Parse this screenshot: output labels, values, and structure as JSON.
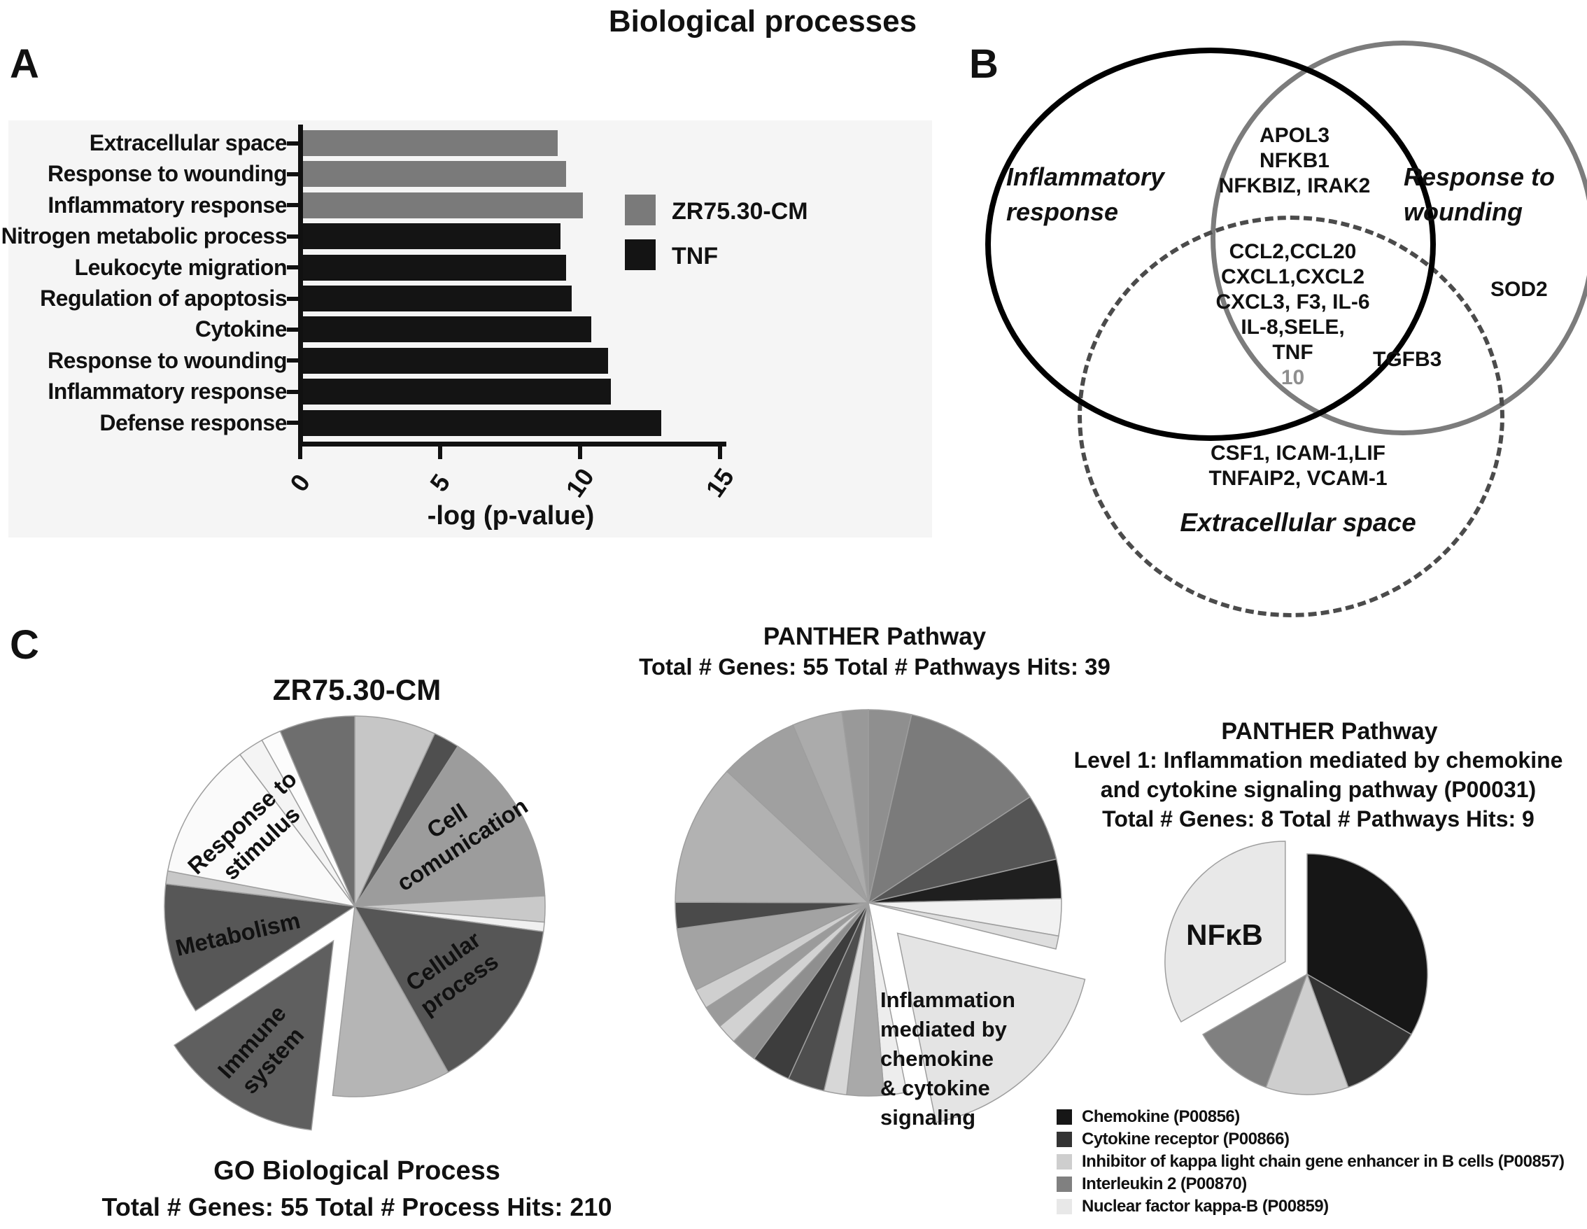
{
  "figure": {
    "title": "Biological processes",
    "panel_labels": {
      "a": "A",
      "b": "B",
      "c": "C"
    }
  },
  "chart_data": {
    "bar_chart": {
      "type": "bar",
      "orientation": "horizontal",
      "xlabel": "-log (p-value)",
      "xlim": [
        0,
        15
      ],
      "xticks": [
        0,
        5,
        10,
        15
      ],
      "categories": [
        "Extracellular space",
        "Response to wounding",
        "Inflammatory response",
        "Nitrogen metabolic process",
        "Leukocyte migration",
        "Regulation of apoptosis",
        "Cytokine",
        "Response to wounding",
        "Inflammatory response",
        "Defense response"
      ],
      "values": [
        9.1,
        9.4,
        10.0,
        9.2,
        9.4,
        9.6,
        10.3,
        10.9,
        11.0,
        12.8
      ],
      "bar_colors": [
        "#7a7a7a",
        "#7a7a7a",
        "#7a7a7a",
        "#141414",
        "#141414",
        "#141414",
        "#141414",
        "#141414",
        "#141414",
        "#141414"
      ],
      "legend": [
        {
          "label": "ZR75.30-CM",
          "color": "#7a7a7a"
        },
        {
          "label": "TNF",
          "color": "#141414"
        }
      ]
    },
    "venn": {
      "type": "venn",
      "sets": [
        {
          "name_lines": [
            "Inflammatory",
            "response"
          ],
          "color": "#000000",
          "line_style": "solid"
        },
        {
          "name_lines": [
            "Response to",
            "wounding"
          ],
          "color": "#7c7c7c",
          "line_style": "solid"
        },
        {
          "name": "Extracellular space",
          "color": "#4b4b4b",
          "line_style": "dashed"
        }
      ],
      "regions": {
        "inflammatory_and_wounding": {
          "genes": [
            "APOL3",
            "NFKB1",
            "NFKBIZ, IRAK2"
          ]
        },
        "all_three": {
          "genes": [
            "CCL2,CCL20",
            "CXCL1,CXCL2",
            "CXCL3, F3, IL-6",
            "IL-8,SELE,",
            "TNF"
          ],
          "count": "10"
        },
        "wounding_only": {
          "genes": [
            "SOD2"
          ]
        },
        "wounding_and_extracellular": {
          "genes": [
            "TGFB3"
          ]
        },
        "extracellular_only": {
          "genes": [
            "CSF1, ICAM-1,LIF",
            "TNFAIP2, VCAM-1"
          ]
        }
      }
    },
    "go_pie": {
      "type": "pie",
      "title": "ZR75.30-CM",
      "caption": [
        "GO Biological Process",
        "Total # Genes: 55 Total # Process Hits: 210"
      ],
      "slices": [
        {
          "value": 6.9,
          "color": "#c6c6c6"
        },
        {
          "value": 2.2,
          "color": "#4f4f4f"
        },
        {
          "value": 15.0,
          "color": "#9c9c9c",
          "label_lines": [
            "Cell",
            "comunication"
          ]
        },
        {
          "value": 2.2,
          "color": "#c9c9c9"
        },
        {
          "value": 0.8,
          "color": "#f0f0f0"
        },
        {
          "value": 14.7,
          "color": "#565656",
          "label_lines": [
            "Cellular",
            "process"
          ]
        },
        {
          "value": 10.0,
          "color": "#b5b5b5"
        },
        {
          "value": 13.9,
          "color": "#5f5f5f",
          "label_lines": [
            "Immune",
            "system"
          ],
          "exploded": true
        },
        {
          "value": 11.1,
          "color": "#575757",
          "label_lines": [
            "Metabolism"
          ]
        },
        {
          "value": 1.1,
          "color": "#c8c8c8"
        },
        {
          "value": 11.7,
          "color": "#fafafa",
          "label_lines": [
            "Response to",
            "stimulus"
          ]
        },
        {
          "value": 2.2,
          "color": "#f4f4f4"
        },
        {
          "value": 1.7,
          "color": "#fcfcfc"
        },
        {
          "value": 6.4,
          "color": "#6e6e6e"
        }
      ]
    },
    "panther_pie": {
      "type": "pie",
      "title": "PANTHER Pathway",
      "subtitle": "Total # Genes: 55  Total # Pathways Hits: 39",
      "slices": [
        {
          "value": 3.6,
          "color": "#8f8f8f"
        },
        {
          "value": 12.2,
          "color": "#7b7b7b"
        },
        {
          "value": 5.6,
          "color": "#555555"
        },
        {
          "value": 3.3,
          "color": "#1f1f1f"
        },
        {
          "value": 3.1,
          "color": "#f1f1f1"
        },
        {
          "value": 1.1,
          "color": "#dedede"
        },
        {
          "value": 18.0,
          "color": "#e4e4e4",
          "exploded": true,
          "label_lines": [
            "Inflammation",
            "mediated by",
            "chemokine",
            "& cytokine",
            "signaling"
          ]
        },
        {
          "value": 1.9,
          "color": "#ededed"
        },
        {
          "value": 3.1,
          "color": "#a9a9a9"
        },
        {
          "value": 1.9,
          "color": "#d7d7d7"
        },
        {
          "value": 3.1,
          "color": "#4e4e4e"
        },
        {
          "value": 3.3,
          "color": "#3d3d3d"
        },
        {
          "value": 2.2,
          "color": "#8f8f8f"
        },
        {
          "value": 1.7,
          "color": "#d2d2d2"
        },
        {
          "value": 1.9,
          "color": "#9b9b9b"
        },
        {
          "value": 1.7,
          "color": "#cfcfcf"
        },
        {
          "value": 5.3,
          "color": "#a3a3a3"
        },
        {
          "value": 2.2,
          "color": "#4a4a4a"
        },
        {
          "value": 11.9,
          "color": "#b2b2b2"
        },
        {
          "value": 6.7,
          "color": "#a0a0a0"
        },
        {
          "value": 4.2,
          "color": "#ababab"
        },
        {
          "value": 2.2,
          "color": "#999999"
        }
      ]
    },
    "nfkb_pie": {
      "type": "pie",
      "header_lines": [
        "PANTHER Pathway",
        "Level 1: Inflammation mediated by chemokine",
        "and cytokine signaling pathway (P00031)",
        "Total # Genes: 8 Total # Pathways Hits: 9"
      ],
      "slices": [
        {
          "label": "Chemokine (P00856)",
          "value": 3,
          "color": "#161616"
        },
        {
          "label": "Cytokine receptor (P00866)",
          "value": 1,
          "color": "#333333"
        },
        {
          "label": "Inhibitor of kappa light chain gene enhancer in B cells (P00857)",
          "value": 1,
          "color": "#cecece"
        },
        {
          "label": "Interleukin 2 (P00870)",
          "value": 1,
          "color": "#808080"
        },
        {
          "label": "Nuclear factor kappa-B (P00859)",
          "value": 3,
          "color": "#e8e8e8",
          "exploded": true,
          "display_label": "NFκB"
        }
      ]
    }
  }
}
